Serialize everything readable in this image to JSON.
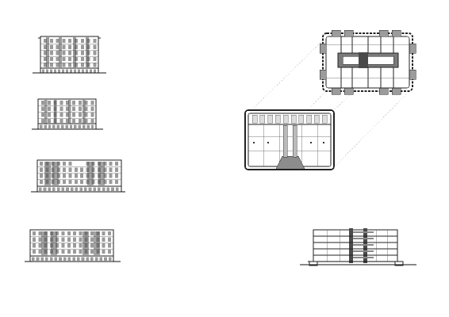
{
  "sheet": {
    "drawings": [
      {
        "name": "elevation-1"
      },
      {
        "name": "elevation-2"
      },
      {
        "name": "elevation-3"
      },
      {
        "name": "elevation-4"
      },
      {
        "name": "upper-floor-plan"
      },
      {
        "name": "ground-floor-plan"
      },
      {
        "name": "building-section"
      }
    ]
  }
}
